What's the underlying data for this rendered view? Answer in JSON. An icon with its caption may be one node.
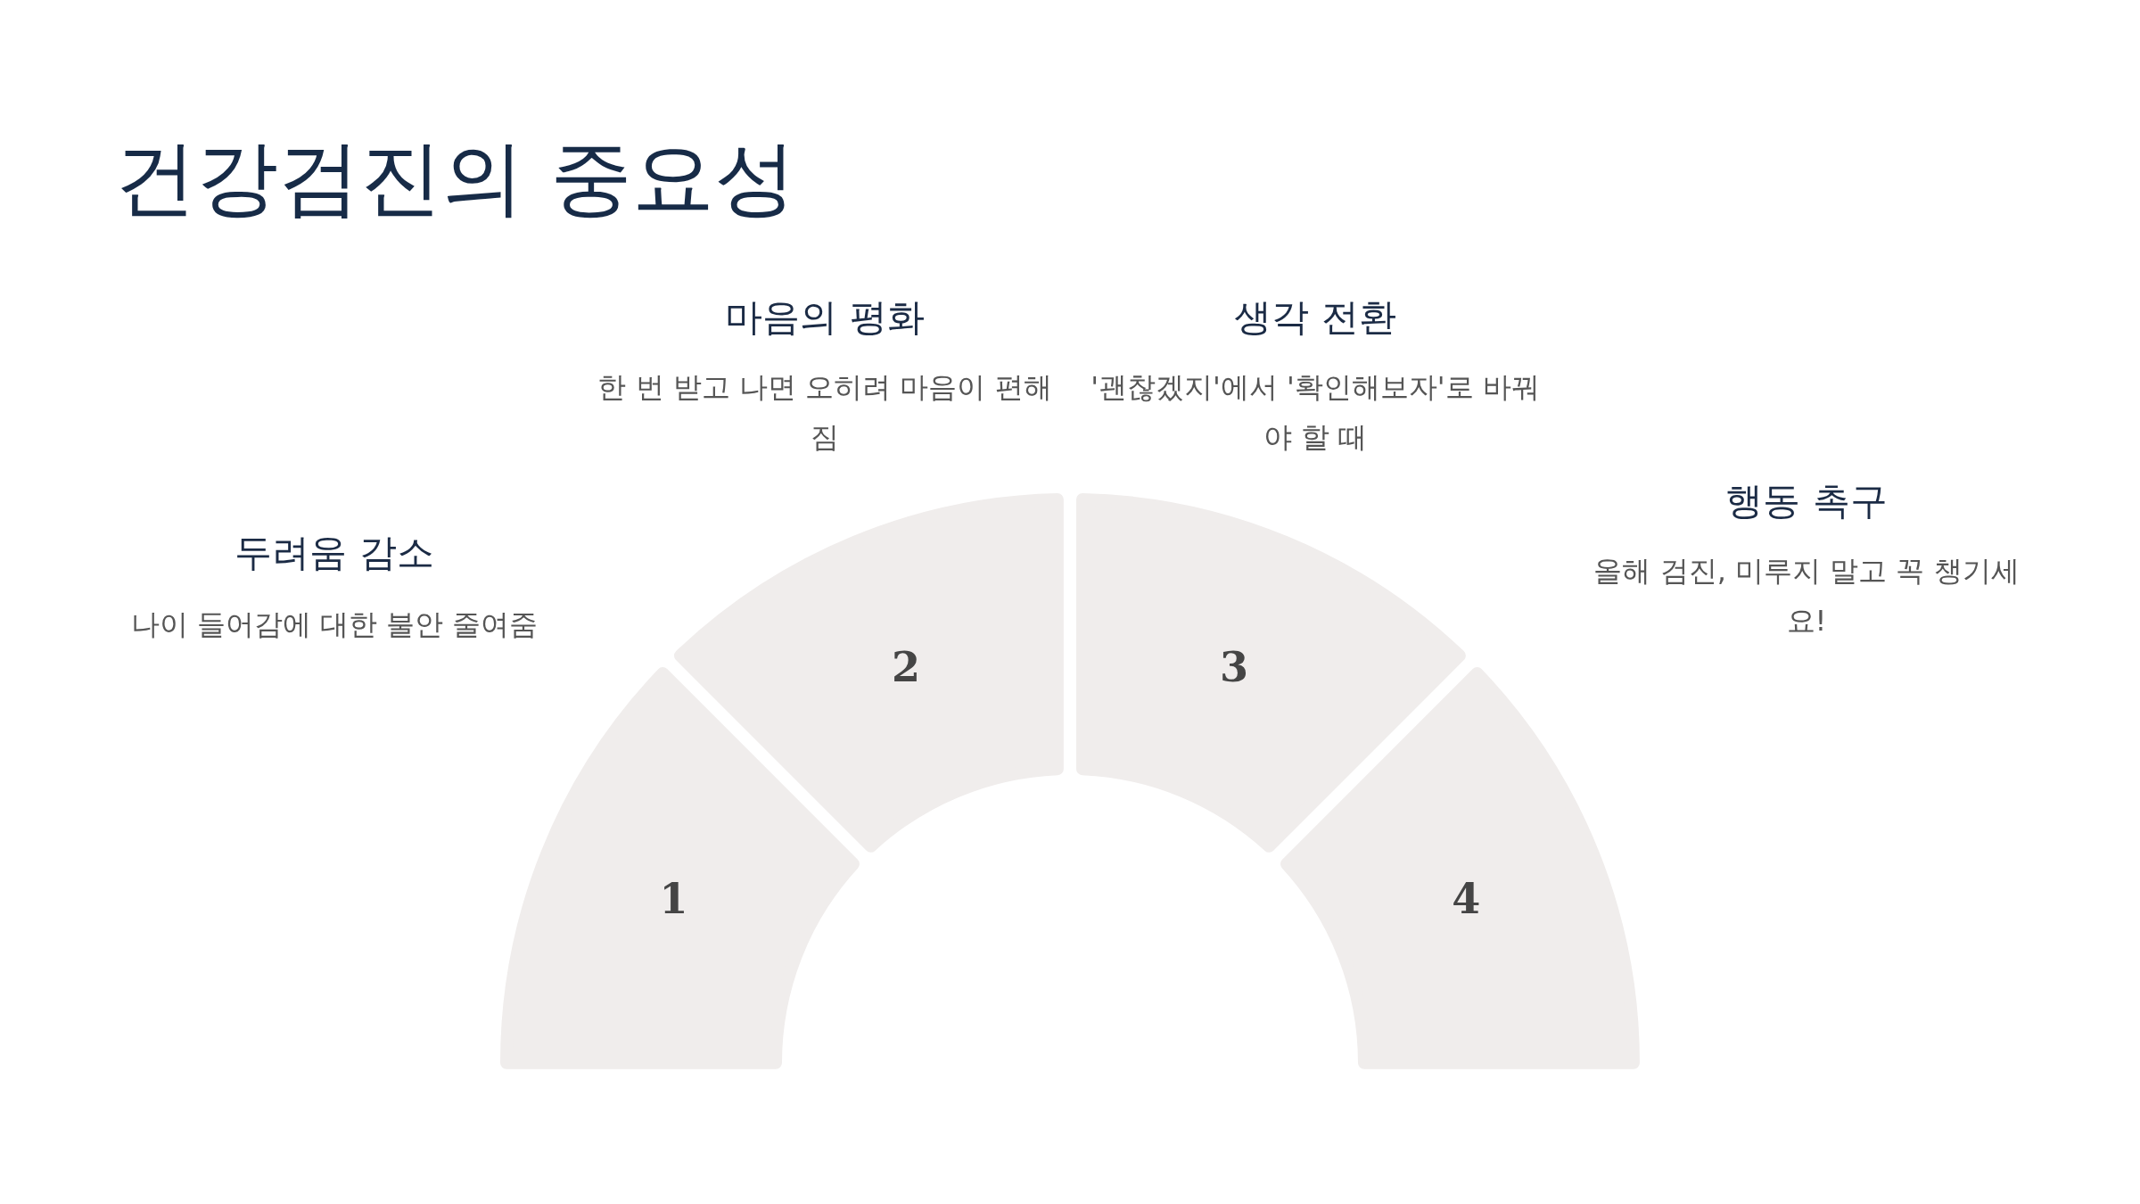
{
  "diagram": {
    "title": "건강검진의 중요성",
    "nodes": [
      {
        "text": [
          "1"
        ],
        "beside": [
          "두려움 감소",
          "나이 들어감에 대한 불안 줄여줌"
        ]
      },
      {
        "text": [
          "2"
        ],
        "beside": [
          "마음의 평화",
          "한 번 받고 나면 오히려 마음이 편해짐"
        ]
      },
      {
        "text": [
          "3"
        ],
        "beside": [
          "생각 전환",
          "'괜찮겠지'에서 '확인해보자'로 바꿔야 할 때"
        ]
      },
      {
        "text": [
          "4"
        ],
        "beside": [
          "행동 촉구",
          "올해 검진, 미루지 말고 꼭 챙기세요!"
        ]
      }
    ]
  }
}
